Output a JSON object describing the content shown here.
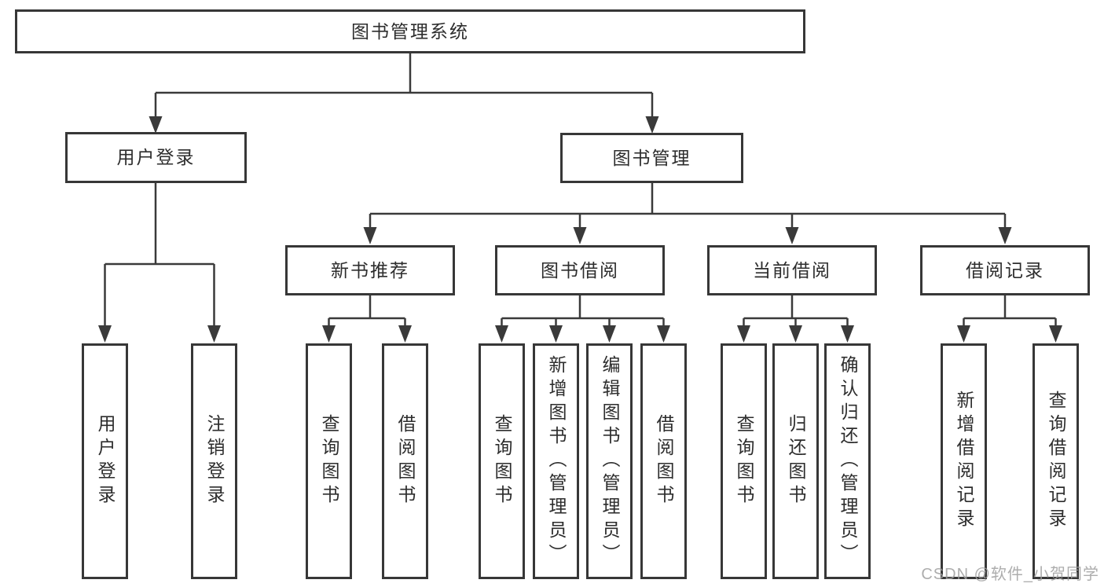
{
  "diagram": {
    "root_label": "图书管理系统",
    "branches": [
      {
        "label": "用户登录",
        "children": [
          {
            "label": "用户登录"
          },
          {
            "label": "注销登录"
          }
        ]
      },
      {
        "label": "图书管理",
        "children": [
          {
            "label": "新书推荐",
            "children": [
              {
                "label": "查询图书"
              },
              {
                "label": "借阅图书"
              }
            ]
          },
          {
            "label": "图书借阅",
            "children": [
              {
                "label": "查询图书"
              },
              {
                "label": "新增图书（管理员）"
              },
              {
                "label": "编辑图书（管理员）"
              },
              {
                "label": "借阅图书"
              }
            ]
          },
          {
            "label": "当前借阅",
            "children": [
              {
                "label": "查询图书"
              },
              {
                "label": "归还图书"
              },
              {
                "label": "确认归还（管理员）"
              }
            ]
          },
          {
            "label": "借阅记录",
            "children": [
              {
                "label": "新增借阅记录"
              },
              {
                "label": "查询借阅记录"
              }
            ]
          }
        ]
      }
    ]
  },
  "watermark": {
    "text": "CSDN @软件_小贺同学"
  },
  "colors": {
    "line": "#3a3a3a",
    "box_border": "#373737",
    "text": "#2d2d2d",
    "watermark": "#9f9f9f",
    "background": "#ffffff"
  }
}
